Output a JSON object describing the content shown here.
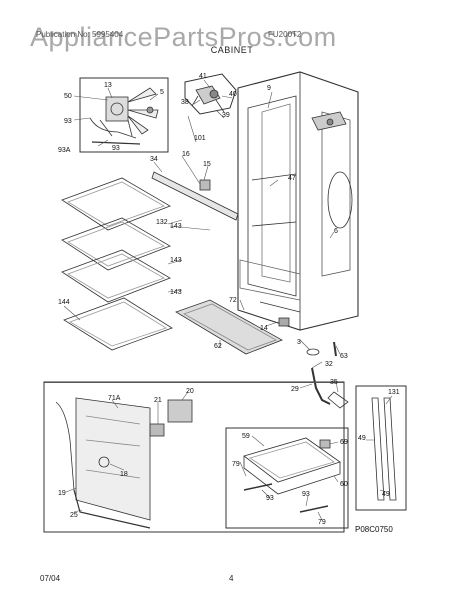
{
  "header": {
    "left": "Publication No: 5995404",
    "right": "FU200T2"
  },
  "watermark": "AppliancePartsPros.com",
  "section_title": "CABINET",
  "diagram_code": "P08C0750",
  "footer": {
    "date": "07/04",
    "page": "4"
  },
  "callouts": {
    "c50": "50",
    "c13": "13",
    "c5": "5",
    "c93": "93",
    "c93b": "93",
    "c93a": "93A",
    "c41": "41",
    "c40": "40",
    "c38": "38",
    "c39": "39",
    "c101": "101",
    "c9": "9",
    "c16": "16",
    "c15": "15",
    "c47": "47",
    "c34": "34",
    "c6": "6",
    "c132": "132",
    "c143a": "143",
    "c143b": "143",
    "c143c": "143",
    "c144": "144",
    "c72": "72",
    "c14": "14",
    "c62": "62",
    "c3": "3",
    "c32": "32",
    "c63": "63",
    "c29": "29",
    "c35": "35",
    "c71a": "71A",
    "c20": "20",
    "c21": "21",
    "c18": "18",
    "c19": "19",
    "c25": "25",
    "c59": "59",
    "c69": "69",
    "c79a": "79",
    "c60": "60",
    "c93c": "93",
    "c93d": "93",
    "c79b": "79",
    "c131": "131",
    "c49a": "49",
    "c49b": "49"
  }
}
